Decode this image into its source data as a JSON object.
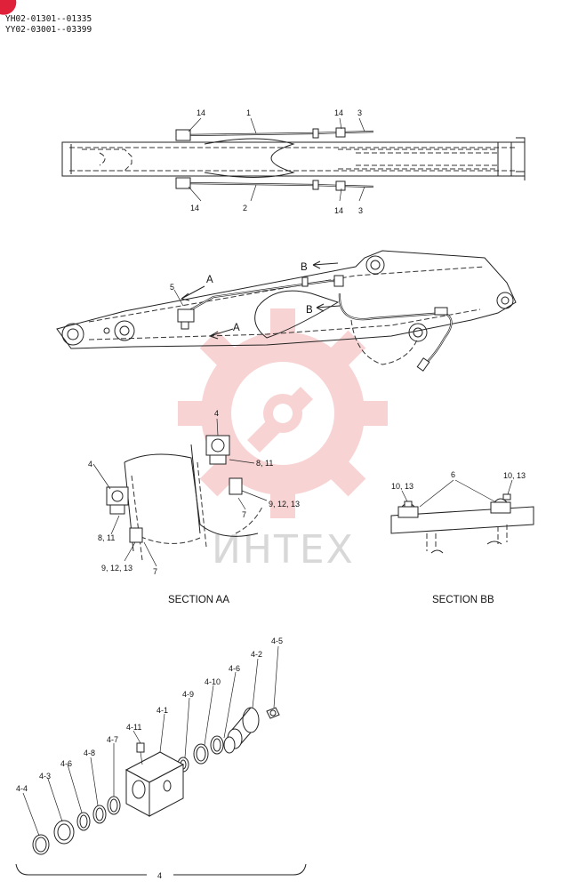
{
  "header": {
    "serial_line_1": "YH02-01301--01335",
    "serial_line_2": "YY02-03001--03399"
  },
  "top_view": {
    "callouts_top": [
      "14",
      "1",
      "14",
      "3"
    ],
    "callouts_bottom": [
      "14",
      "2",
      "14",
      "3"
    ]
  },
  "side_view": {
    "callouts": [
      "5",
      "A",
      "A",
      "B",
      "B"
    ]
  },
  "section_aa": {
    "title": "SECTION AA",
    "callouts": [
      "4",
      "4",
      "8, 11",
      "9, 12, 13",
      "7",
      "8, 11",
      "9, 12, 13",
      "7"
    ]
  },
  "section_bb": {
    "title": "SECTION BB",
    "callouts": [
      "6",
      "10, 13",
      "10, 13"
    ]
  },
  "exploded_view": {
    "callouts": [
      "4-5",
      "4-2",
      "4-6",
      "4-10",
      "4-9",
      "4-1",
      "4-11",
      "4-7",
      "4-8",
      "4-6",
      "4-3",
      "4-4"
    ],
    "assembly_label": "4"
  },
  "watermark": {
    "text": "ИНТЕХ",
    "color": "#e23a3a"
  },
  "colors": {
    "line": "#222222",
    "watermark_text": "#d8d8d8"
  }
}
